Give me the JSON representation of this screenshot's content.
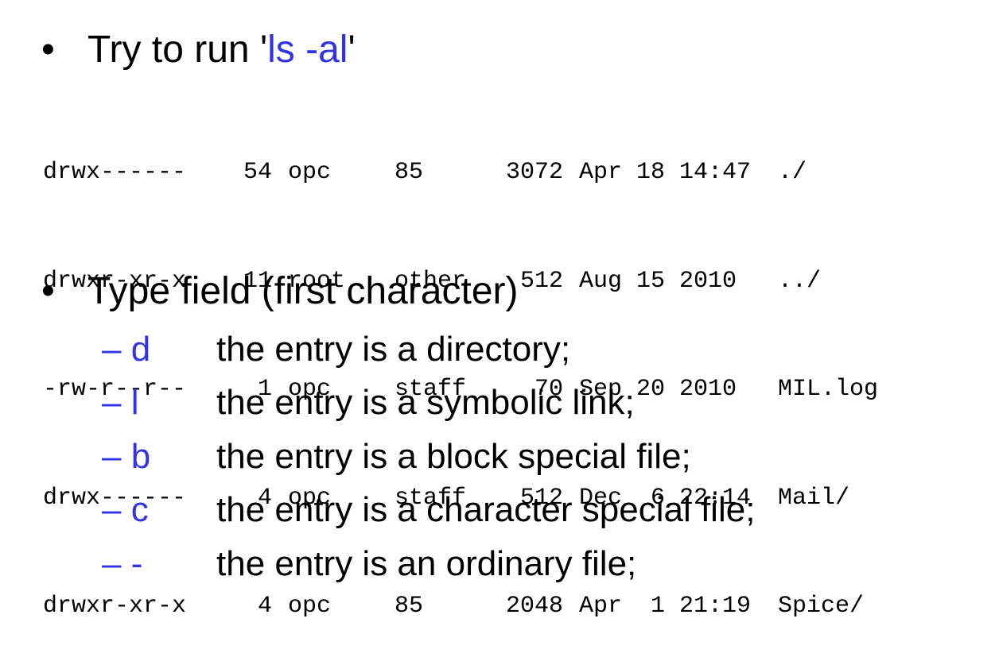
{
  "heading": {
    "bullet": "•",
    "text_prefix": "Try to run '",
    "command": "ls -al",
    "text_suffix": "'"
  },
  "listing": [
    {
      "perm": "drwx------",
      "links": "54",
      "owner": "opc",
      "group": "85",
      "size": "3072",
      "date": "Apr 18 14:47",
      "name": "./"
    },
    {
      "perm": "drwxr-xr-x",
      "links": "11",
      "owner": "root",
      "group": "other",
      "size": "512",
      "date": "Aug 15 2010",
      "name": "../"
    },
    {
      "perm": "-rw-r--r--",
      "links": "1",
      "owner": "opc",
      "group": "staff",
      "size": "70",
      "date": "Sep 20 2010",
      "name": "MIL.log"
    },
    {
      "perm": "drwx------",
      "links": "4",
      "owner": "opc",
      "group": "staff",
      "size": "512",
      "date": "Dec  6 22:14",
      "name": "Mail/"
    },
    {
      "perm": "drwxr-xr-x",
      "links": "4",
      "owner": "opc",
      "group": "85",
      "size": "2048",
      "date": "Apr  1 21:19",
      "name": "Spice/"
    }
  ],
  "type_field": {
    "bullet": "•",
    "title": "Type field (first character)",
    "items": [
      {
        "code": "– d",
        "desc": "the entry is a directory;"
      },
      {
        "code": "– l",
        "desc": "the entry is a symbolic link;"
      },
      {
        "code": "– b",
        "desc": "the entry is a block special file;"
      },
      {
        "code": "– c",
        "desc": "the entry is a character special file;"
      },
      {
        "code": "– -",
        "desc": "the entry is an ordinary file;"
      }
    ]
  },
  "colors": {
    "accent": "#3333e6",
    "text": "#000000",
    "background": "#ffffff"
  }
}
